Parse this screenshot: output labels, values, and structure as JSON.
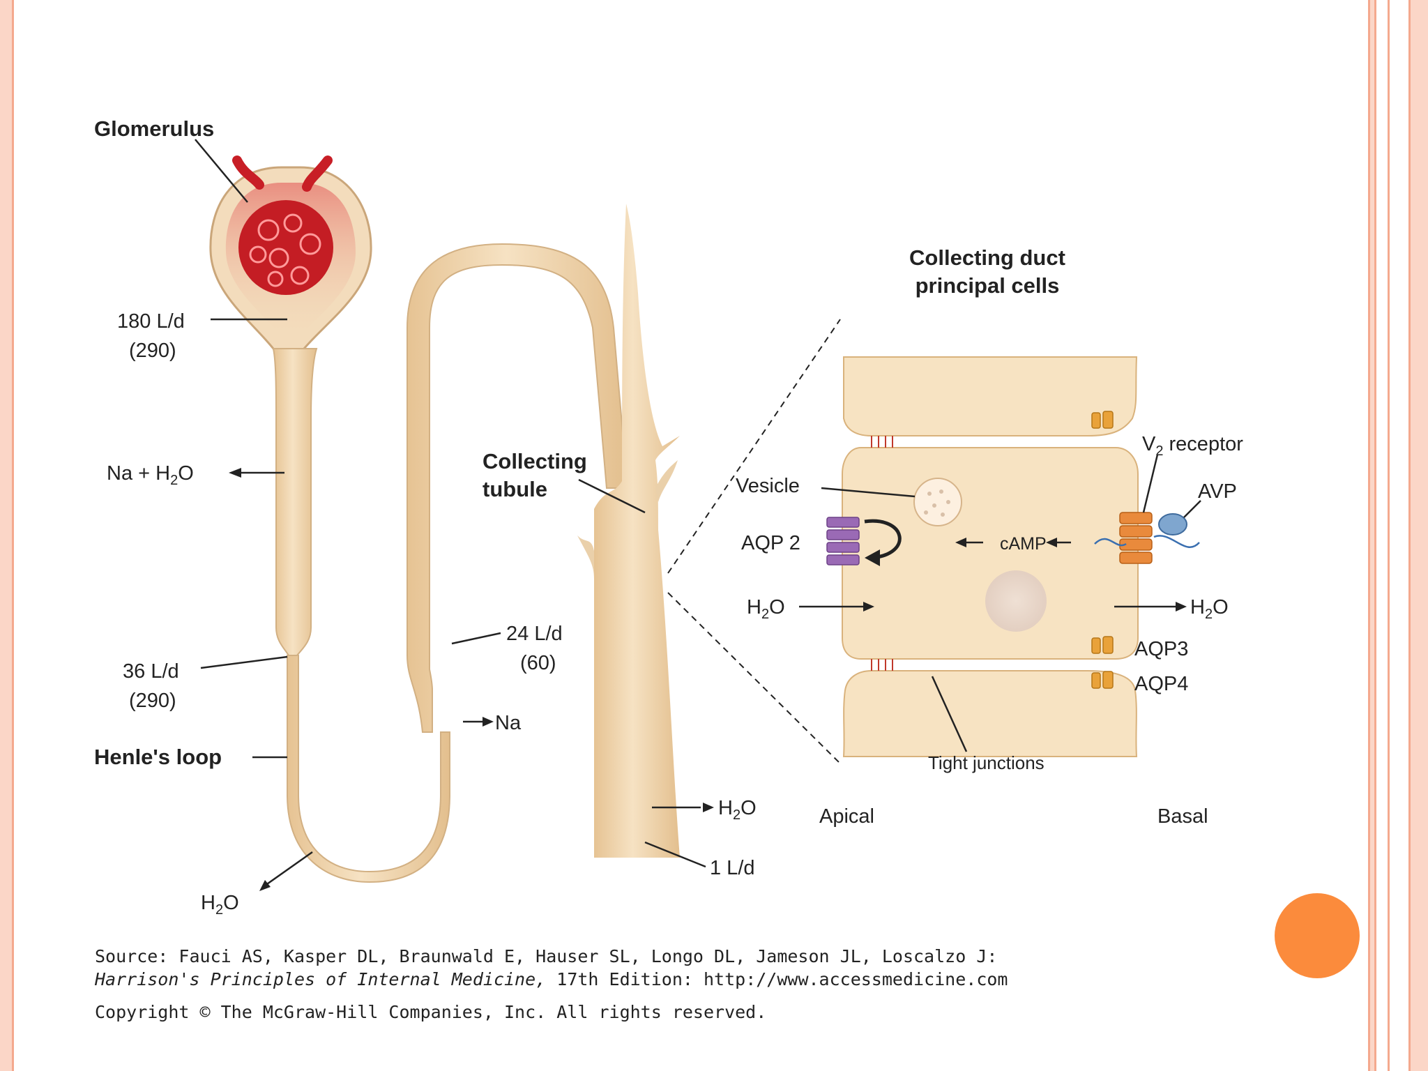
{
  "labels": {
    "glomerulus": "Glomerulus",
    "l180": "180 L/d",
    "p290a": "(290)",
    "na": "Na",
    "na_h2o_prefix": "Na + H",
    "h2o_h": "H",
    "h2o_sub": "2",
    "h2o_o": "O",
    "l36": "36 L/d",
    "p290b": "(290)",
    "henle": "Henle's loop",
    "collecting1": "Collecting",
    "collecting2": "tubule",
    "l24": "24 L/d",
    "p60": "(60)",
    "l1": "1 L/d",
    "cd_title1": "Collecting duct",
    "cd_title2": "principal cells",
    "vesicle": "Vesicle",
    "aqp2": "AQP 2",
    "camp": "cAMP",
    "v2_prefix": "V",
    "v2_sub": "2",
    "v2_suffix": " receptor",
    "avp": "AVP",
    "aqp3": "AQP3",
    "aqp4": "AQP4",
    "tight": "Tight junctions",
    "apical": "Apical",
    "basal": "Basal"
  },
  "source": {
    "line1": "Source: Fauci AS, Kasper DL, Braunwald E, Hauser SL, Longo DL, Jameson JL, Loscalzo J:",
    "line2_italic": "Harrison's Principles of Internal Medicine,",
    "line2_rest": " 17th Edition: http://www.accessmedicine.com",
    "line3": "Copyright © The McGraw-Hill Companies, Inc. All rights reserved."
  },
  "colors": {
    "tubule": "#f1d8b3",
    "tubule_edge": "#d9b98c",
    "blood": "#d8242b",
    "frame": "#fbd6c7",
    "accent_dot": "#fb8b3c",
    "aqp2": "#9a6ab5",
    "v2_receptor": "#e98a3c",
    "avp": "#7fa6cf"
  }
}
